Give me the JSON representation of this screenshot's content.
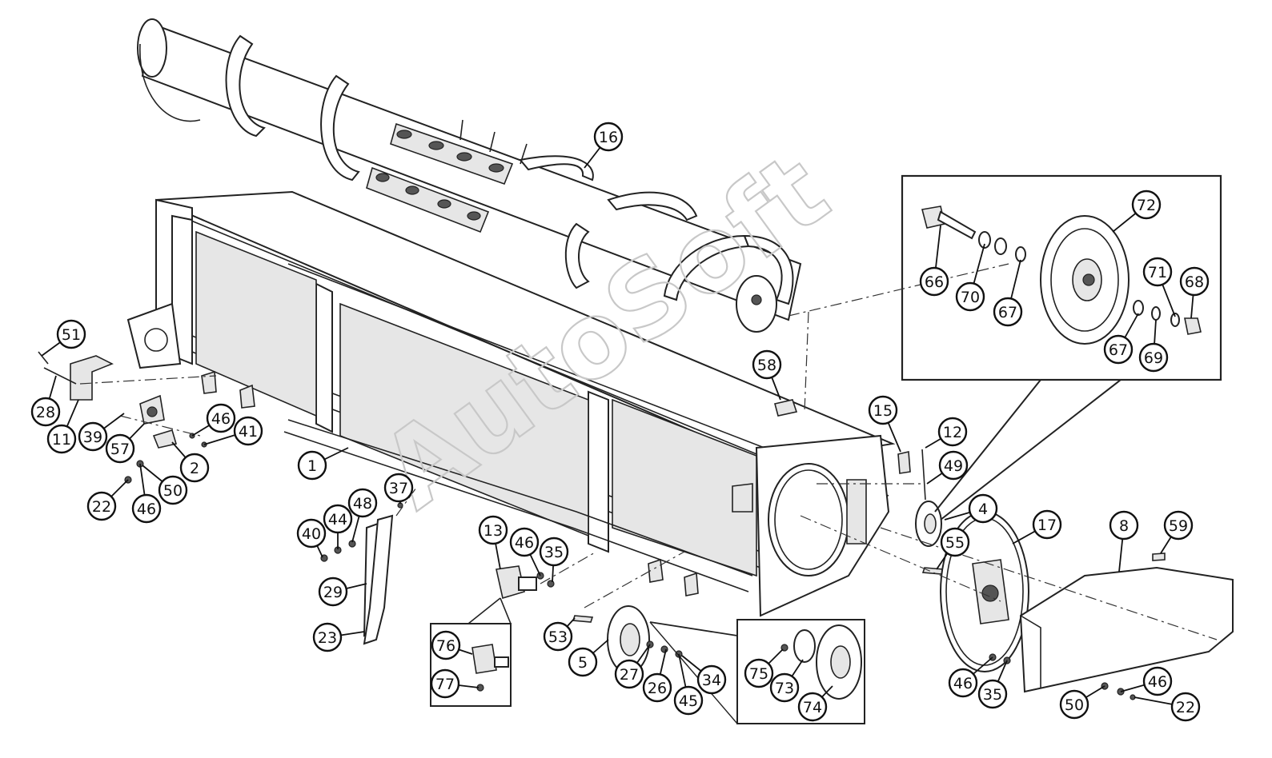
{
  "watermark": "AutoSoft",
  "callouts": [
    {
      "id": "c1",
      "label": "1"
    },
    {
      "id": "c2",
      "label": "2"
    },
    {
      "id": "c4",
      "label": "4"
    },
    {
      "id": "c5",
      "label": "5"
    },
    {
      "id": "c8",
      "label": "8"
    },
    {
      "id": "c11",
      "label": "11"
    },
    {
      "id": "c12",
      "label": "12"
    },
    {
      "id": "c13",
      "label": "13"
    },
    {
      "id": "c15",
      "label": "15"
    },
    {
      "id": "c16",
      "label": "16"
    },
    {
      "id": "c17",
      "label": "17"
    },
    {
      "id": "c22a",
      "label": "22"
    },
    {
      "id": "c22b",
      "label": "22"
    },
    {
      "id": "c23",
      "label": "23"
    },
    {
      "id": "c26",
      "label": "26"
    },
    {
      "id": "c27",
      "label": "27"
    },
    {
      "id": "c28",
      "label": "28"
    },
    {
      "id": "c29",
      "label": "29"
    },
    {
      "id": "c34",
      "label": "34"
    },
    {
      "id": "c35a",
      "label": "35"
    },
    {
      "id": "c35b",
      "label": "35"
    },
    {
      "id": "c37",
      "label": "37"
    },
    {
      "id": "c39",
      "label": "39"
    },
    {
      "id": "c40",
      "label": "40"
    },
    {
      "id": "c41",
      "label": "41"
    },
    {
      "id": "c44",
      "label": "44"
    },
    {
      "id": "c45",
      "label": "45"
    },
    {
      "id": "c46a",
      "label": "46"
    },
    {
      "id": "c46b",
      "label": "46"
    },
    {
      "id": "c46c",
      "label": "46"
    },
    {
      "id": "c46d",
      "label": "46"
    },
    {
      "id": "c46e",
      "label": "46"
    },
    {
      "id": "c48",
      "label": "48"
    },
    {
      "id": "c49",
      "label": "49"
    },
    {
      "id": "c50a",
      "label": "50"
    },
    {
      "id": "c50b",
      "label": "50"
    },
    {
      "id": "c51",
      "label": "51"
    },
    {
      "id": "c53",
      "label": "53"
    },
    {
      "id": "c55",
      "label": "55"
    },
    {
      "id": "c57",
      "label": "57"
    },
    {
      "id": "c58",
      "label": "58"
    },
    {
      "id": "c59",
      "label": "59"
    },
    {
      "id": "c66",
      "label": "66"
    },
    {
      "id": "c67a",
      "label": "67"
    },
    {
      "id": "c67b",
      "label": "67"
    },
    {
      "id": "c68",
      "label": "68"
    },
    {
      "id": "c69",
      "label": "69"
    },
    {
      "id": "c70",
      "label": "70"
    },
    {
      "id": "c71",
      "label": "71"
    },
    {
      "id": "c72",
      "label": "72"
    },
    {
      "id": "c73",
      "label": "73"
    },
    {
      "id": "c74",
      "label": "74"
    },
    {
      "id": "c75",
      "label": "75"
    },
    {
      "id": "c76",
      "label": "76"
    },
    {
      "id": "c77",
      "label": "77"
    }
  ]
}
